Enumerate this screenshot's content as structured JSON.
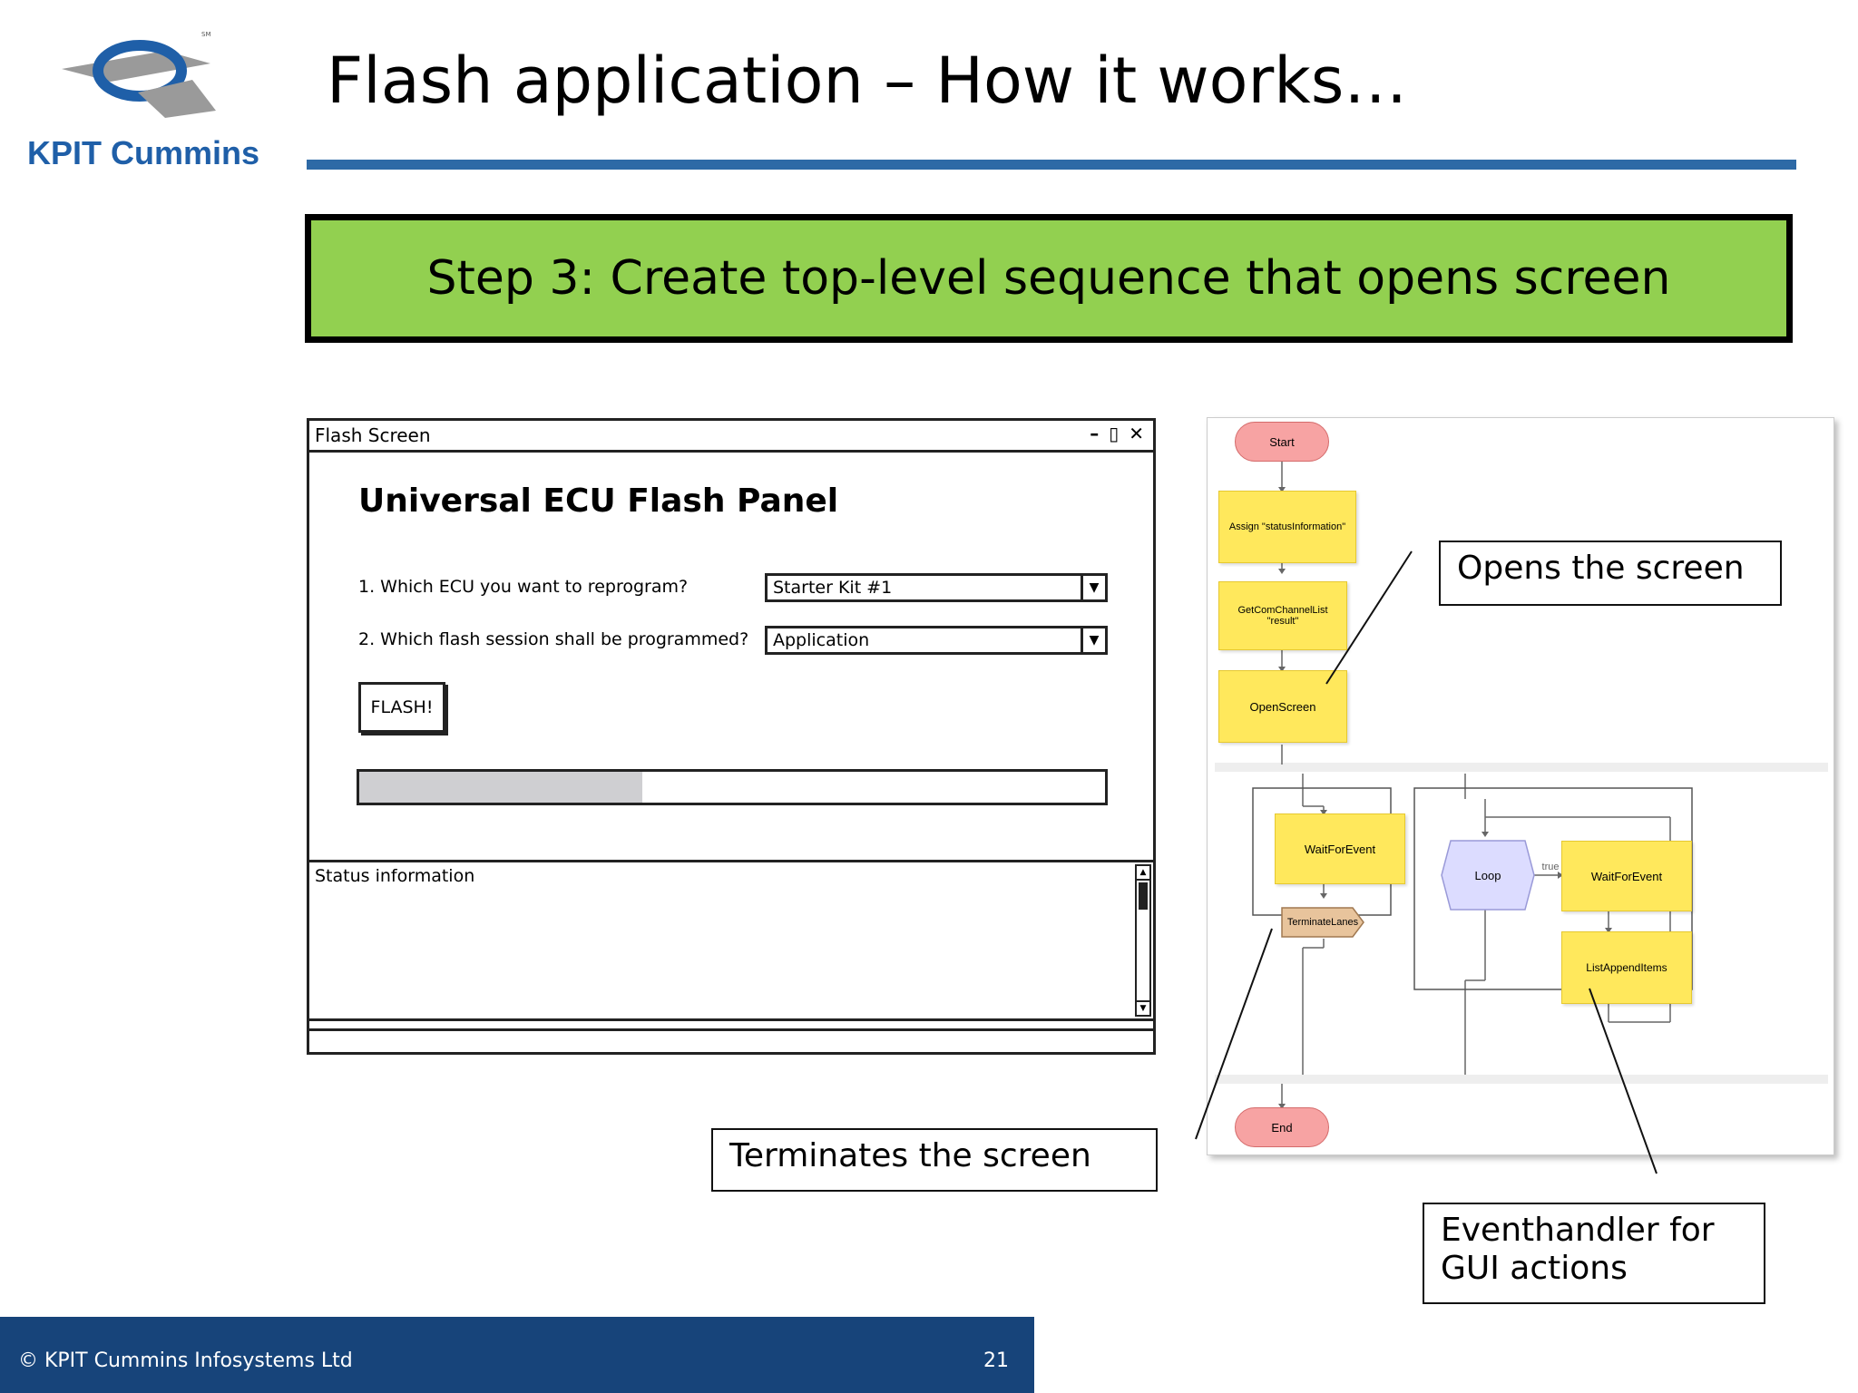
{
  "header": {
    "logo_text": "KPIT Cummins",
    "title": "Flash application – How it works…"
  },
  "step_banner": "Step 3: Create top-level sequence that opens screen",
  "mockup": {
    "window_title": "Flash Screen",
    "window_controls": "– ▯ ✕",
    "panel_heading": "Universal ECU Flash Panel",
    "question_1": "1. Which ECU you want to reprogram?",
    "question_1_value": "Starter Kit #1",
    "question_2": "2. Which flash session shall be programmed?",
    "question_2_value": "Application",
    "flash_button": "FLASH!",
    "progress_fraction": 0.38,
    "status_label": "Status information"
  },
  "flow": {
    "start": "Start",
    "assign": "Assign \"statusInformation\"",
    "get_channel_1": "GetComChannelList",
    "get_channel_2": "\"result\"",
    "open_screen": "OpenScreen",
    "wait_1": "WaitForEvent",
    "terminate": "TerminateLanes",
    "loop": "Loop",
    "true_label": "true",
    "wait_2": "WaitForEvent",
    "list_append": "ListAppendItems",
    "end": "End"
  },
  "callouts": {
    "opens": "Opens the screen",
    "terminates": "Terminates the screen",
    "eventhandler_1": "Eventhandler for",
    "eventhandler_2": "GUI actions"
  },
  "footer": {
    "copyright": "© KPIT Cummins Infosystems Ltd",
    "page_number": "21"
  },
  "colors": {
    "brand_blue": "#1f5fa8",
    "banner_green": "#92d050",
    "footer_blue": "#17447a",
    "node_yellow": "#ffe85c",
    "node_pink": "#f7a3a3"
  }
}
